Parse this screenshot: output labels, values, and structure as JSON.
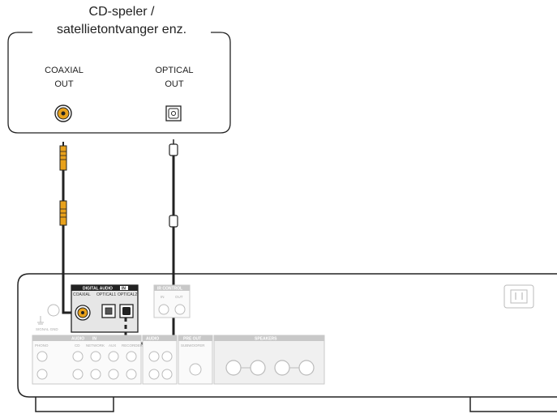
{
  "source": {
    "title_line1": "CD-speler /",
    "title_line2": "satellietontvanger enz.",
    "coaxial_label_line1": "COAXIAL",
    "coaxial_label_line2": "OUT",
    "optical_label_line1": "OPTICAL",
    "optical_label_line2": "OUT"
  },
  "receiver": {
    "digital_audio_label": "DIGITAL AUDIO",
    "in_label": "IN",
    "coaxial_label": "COAXIAL",
    "optical1_label": "OPTICAL1",
    "optical2_label": "OPTICAL2",
    "ir_control_label": "IR CONTROL",
    "ir_in_label": "IN",
    "ir_out_label": "OUT",
    "signal_gnd_label": "SIGNAL GND",
    "audio_label": "AUDIO",
    "audio_in_label": "IN",
    "phono_label": "PHONO",
    "cd_label": "CD",
    "network_label": "NETWORK",
    "aux_label": "AUX",
    "recorder_label": "RECORDER",
    "audio_out_label": "AUDIO",
    "pre_out_label": "PRE OUT",
    "subwoofer_label": "SUBWOOFER",
    "speakers_label": "SPEAKERS"
  },
  "colors": {
    "cable_coax": "#e8a11b",
    "outline": "#222222",
    "panel_grey": "#bdbdbd",
    "label_bar": "#222222"
  }
}
